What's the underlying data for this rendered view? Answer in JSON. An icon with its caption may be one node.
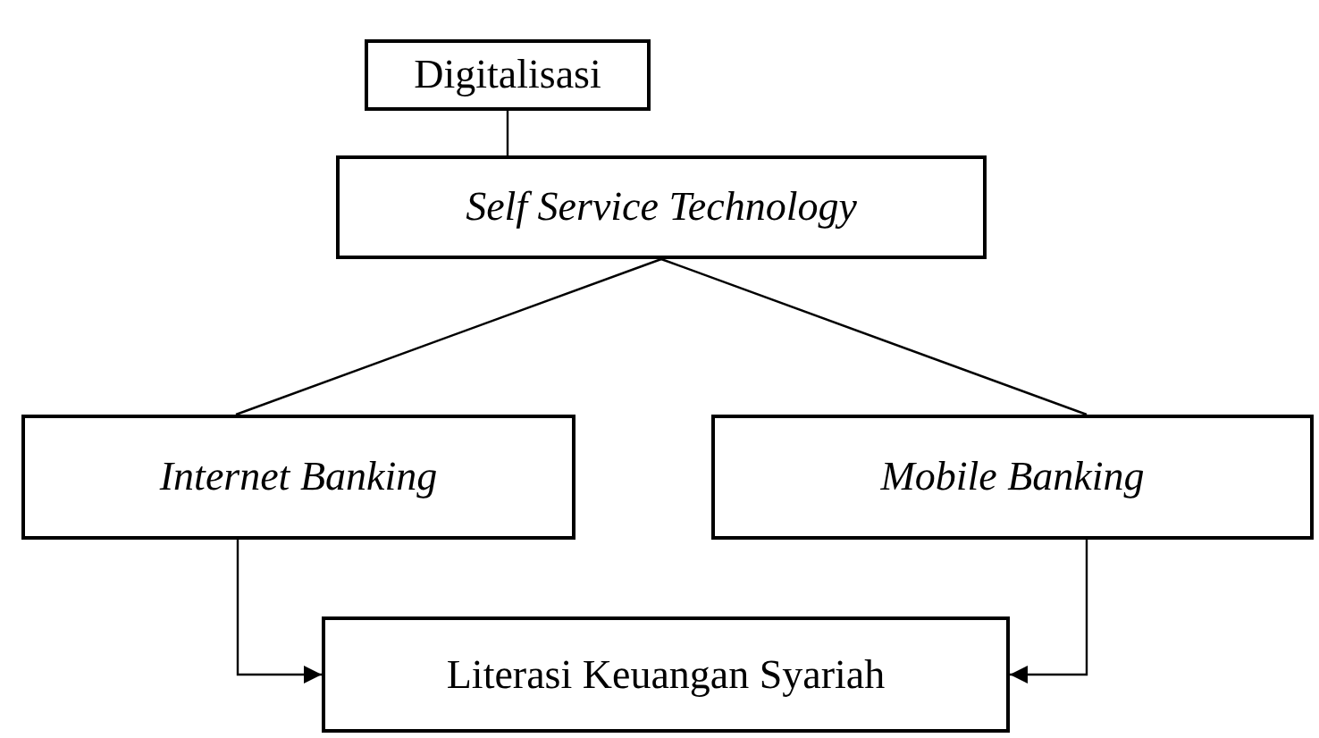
{
  "diagram": {
    "nodes": [
      {
        "text": [
          "Digitalisasi"
        ]
      },
      {
        "text": [
          "Self Service Technology"
        ]
      },
      {
        "text": [
          "Internet Banking"
        ]
      },
      {
        "text": [
          "Mobile Banking"
        ]
      },
      {
        "text": [
          "Literasi Keuangan Syariah"
        ]
      }
    ],
    "edges": [
      {
        "from": 0,
        "to": 1,
        "arrow": "none"
      },
      {
        "from": 1,
        "to": 2,
        "arrow": "none"
      },
      {
        "from": 1,
        "to": 3,
        "arrow": "none"
      },
      {
        "from": 2,
        "to": 4,
        "arrow": "to"
      },
      {
        "from": 3,
        "to": 4,
        "arrow": "to"
      }
    ]
  }
}
